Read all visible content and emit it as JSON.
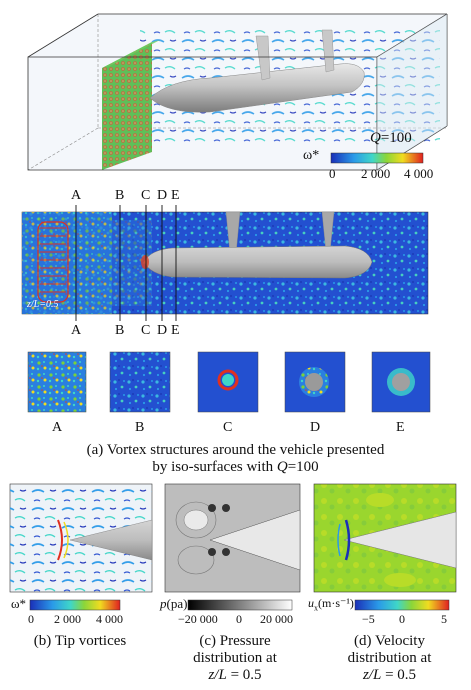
{
  "top_panel": {
    "q_label": "Q",
    "q_value": "=100",
    "colorbar": {
      "label": "ω*",
      "ticks": [
        "0",
        "2 000",
        "4 000"
      ]
    }
  },
  "mid_panel": {
    "section_labels": [
      "A",
      "B",
      "C",
      "D",
      "E"
    ],
    "zl_label": "z/L=0.5"
  },
  "slices": {
    "labels": [
      "A",
      "B",
      "C",
      "D",
      "E"
    ]
  },
  "caption_a": {
    "line1": "(a) Vortex structures around the vehicle presented",
    "line2_prefix": "by iso-surfaces with ",
    "line2_q": "Q",
    "line2_suffix": "=100"
  },
  "panel_b": {
    "colorbar": {
      "label": "ω*",
      "ticks": [
        "0",
        "2 000",
        "4 000"
      ]
    },
    "caption": "(b) Tip vortices"
  },
  "panel_c": {
    "colorbar": {
      "label_italic": "p",
      "label_rest": "(pa)",
      "ticks": [
        "−20 000",
        "0",
        "20 000"
      ]
    },
    "caption_line1": "(c) Pressure",
    "caption_line2": "distribution at",
    "caption_line3_italic": "z/L",
    "caption_line3_rest": " = 0.5"
  },
  "panel_d": {
    "colorbar": {
      "label_italic": "u",
      "label_sub": "x",
      "label_rest": "(m·s⁻¹)",
      "ticks": [
        "−5",
        "0",
        "5"
      ]
    },
    "caption_line1": "(d) Velocity",
    "caption_line2": "distribution at",
    "caption_line3_italic": "z/L",
    "caption_line3_rest": " = 0.5"
  },
  "colors": {
    "jet_blue": "#1f3fc6",
    "jet_cyan": "#2fd0e0",
    "jet_green": "#7ad23a",
    "jet_yellow": "#f0e020",
    "jet_red": "#e02020",
    "hull_gray": "#b8b8b8"
  }
}
